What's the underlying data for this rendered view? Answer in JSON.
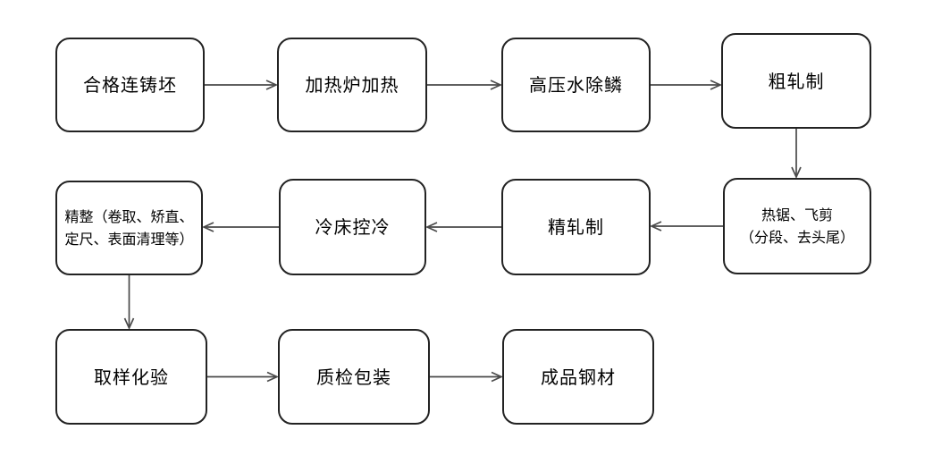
{
  "diagram": {
    "type": "flowchart",
    "description": "steel rolling production process flow",
    "nodes": [
      {
        "label": "合格连铸坯"
      },
      {
        "label": "加热炉加热"
      },
      {
        "label": "高压水除鳞"
      },
      {
        "label": "粗轧制"
      },
      {
        "label": "热锯、飞剪",
        "label2": "（分段、去头尾）"
      },
      {
        "label": "精轧制"
      },
      {
        "label": "冷床控冷"
      },
      {
        "label": "精整（卷取、矫直、",
        "label2": "定尺、表面清理等）"
      },
      {
        "label": "取样化验"
      },
      {
        "label": "质检包装"
      },
      {
        "label": "成品钢材"
      }
    ],
    "edges": [
      {
        "from": 0,
        "to": 1,
        "dir": "right"
      },
      {
        "from": 1,
        "to": 2,
        "dir": "right"
      },
      {
        "from": 2,
        "to": 3,
        "dir": "right"
      },
      {
        "from": 3,
        "to": 4,
        "dir": "down"
      },
      {
        "from": 4,
        "to": 5,
        "dir": "left"
      },
      {
        "from": 5,
        "to": 6,
        "dir": "left"
      },
      {
        "from": 6,
        "to": 7,
        "dir": "left"
      },
      {
        "from": 7,
        "to": 8,
        "dir": "down"
      },
      {
        "from": 8,
        "to": 9,
        "dir": "right"
      },
      {
        "from": 9,
        "to": 10,
        "dir": "right"
      }
    ],
    "colors": {
      "background": "#ffffff",
      "box_fill": "#ffffff",
      "box_border": "#222222",
      "arrow": "#4a4a4a",
      "text": "#000000"
    }
  }
}
